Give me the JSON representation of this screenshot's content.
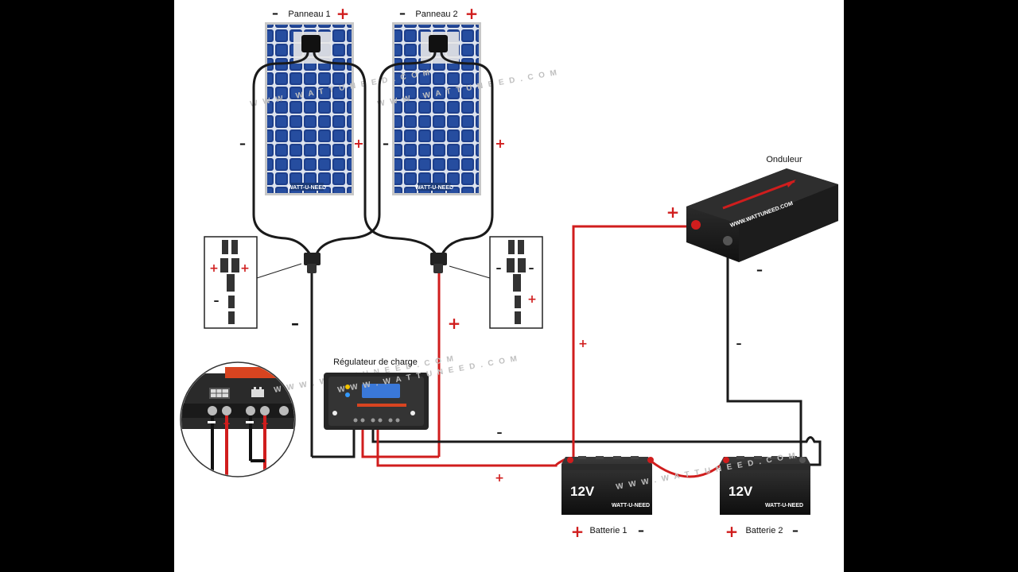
{
  "labels": {
    "panel1": "Panneau 1",
    "panel2": "Panneau 2",
    "inverter": "Onduleur",
    "regulator": "Régulateur de charge",
    "battery1": "Batterie 1",
    "battery2": "Batterie 2"
  },
  "signs": {
    "plus": "+",
    "minus": "–"
  },
  "battery_voltage": "12V",
  "brand": "WATT-U-NEED",
  "watermark": "W W W . W A T T U N E E D . C O M",
  "inverter_watermark": "WWW.WATTUNEED.COM",
  "colors": {
    "panel_cell": "#1e3f8c",
    "panel_frame": "#c8c8c8",
    "wire_positive": "#d01d1d",
    "wire_negative": "#111111",
    "battery_body": "#1a1a1a",
    "regulator_screen": "#3a78d8"
  }
}
